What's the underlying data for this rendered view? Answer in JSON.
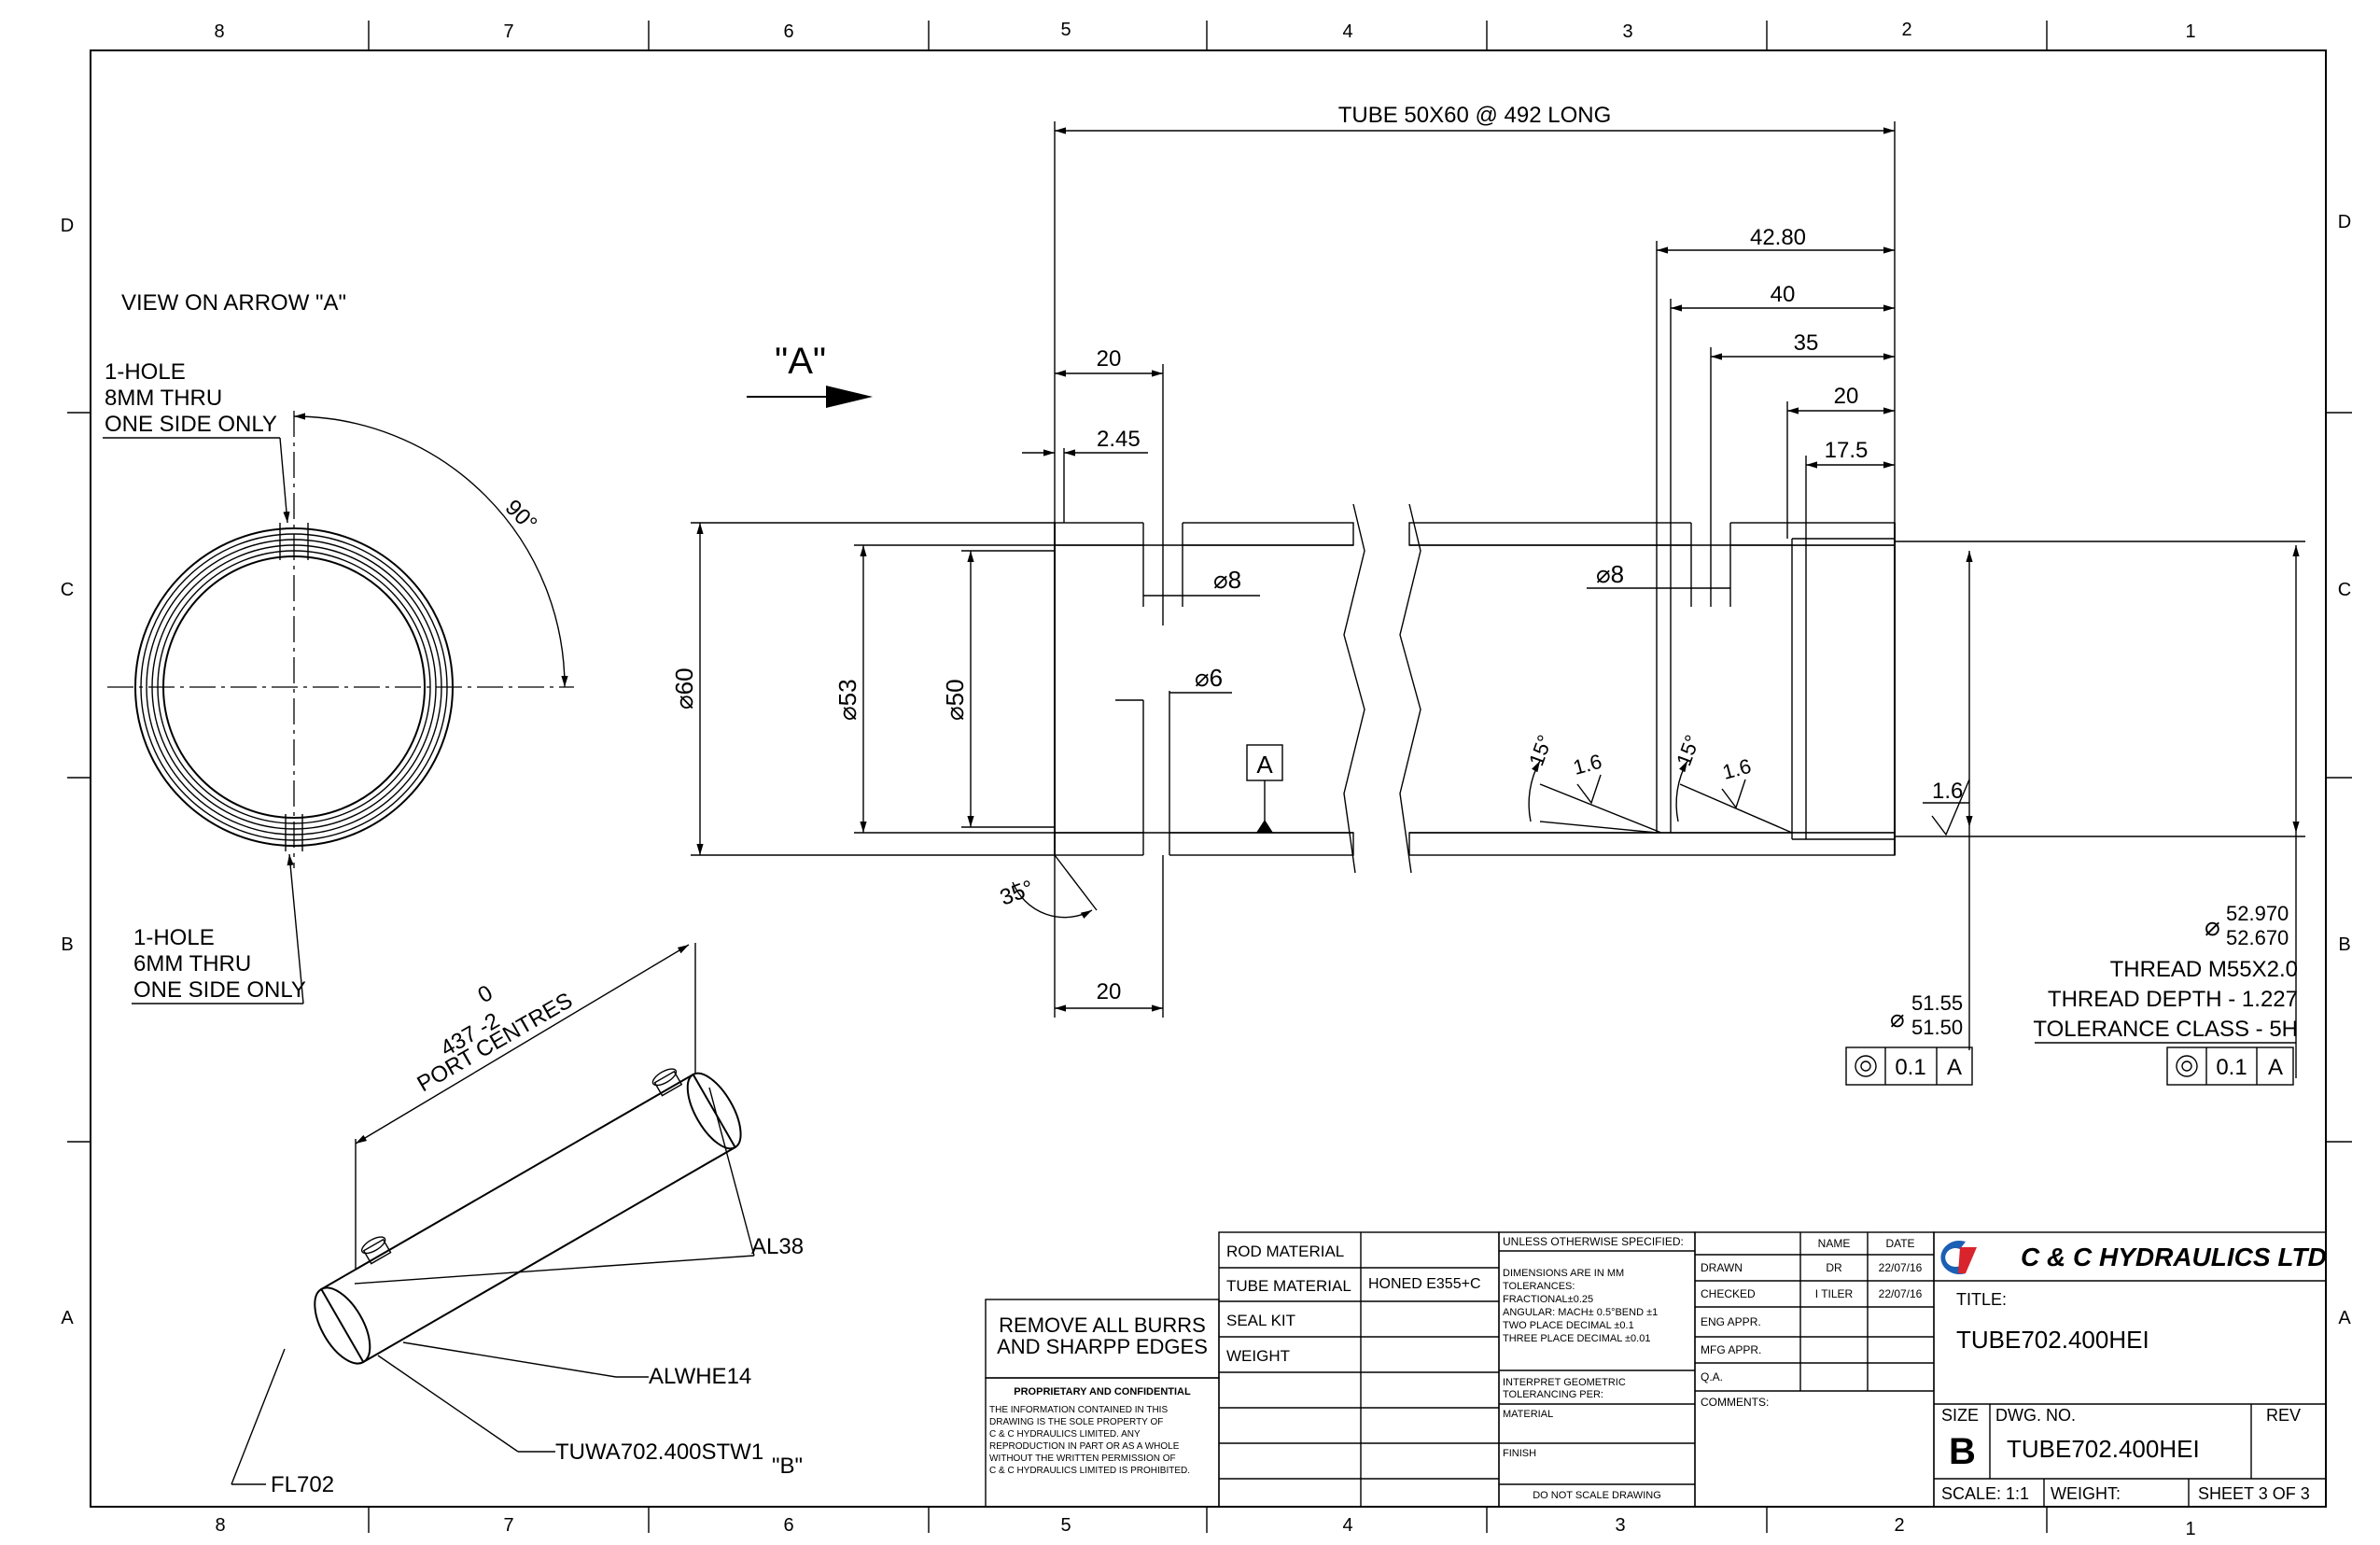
{
  "border": {
    "columns_top": [
      "8",
      "7",
      "6",
      "5",
      "4",
      "3",
      "2",
      "1"
    ],
    "columns_bottom": [
      "8",
      "7",
      "6",
      "5",
      "4",
      "3",
      "2",
      "1"
    ],
    "rows_left": [
      "D",
      "C",
      "B",
      "A"
    ],
    "rows_right": [
      "D",
      "C",
      "B",
      "A"
    ]
  },
  "end_view": {
    "title": "VIEW ON ARROW \"A\"",
    "hole8_note": [
      "1-HOLE",
      "8MM THRU",
      "ONE SIDE ONLY"
    ],
    "hole6_note": [
      "1-HOLE",
      "6MM THRU",
      "ONE SIDE ONLY"
    ],
    "angle_label": "90°"
  },
  "section": {
    "overall_label": "TUBE 50X60 @ 492 LONG",
    "arrow_label": "\"A\"",
    "dims": {
      "left_20_top": "20",
      "left_2_45": "2.45",
      "d8_left": "8",
      "d6": "6",
      "left_20_bottom": "20",
      "angle_35": "35°",
      "d60": "60",
      "d53": "53",
      "d50": "50",
      "datum": "A",
      "r42_80": "42.80",
      "r40": "40",
      "r35": "35",
      "r20": "20",
      "r17_5": "17.5",
      "d8_right": "8",
      "ang15_a": "15°",
      "rough_a": "1.6",
      "ang15_b": "15°",
      "rough_b": "1.6",
      "rough_c": "1.6"
    },
    "bore_tol": {
      "upper": "51.55",
      "lower": "51.50",
      "fcf_tol": "0.1",
      "fcf_datum": "A"
    },
    "thread": {
      "upper": "52.970",
      "lower": "52.670",
      "lines": [
        "THREAD M55X2.0",
        "THREAD DEPTH - 1.227",
        "TOLERANCE CLASS - 5H"
      ],
      "fcf_tol": "0.1",
      "fcf_datum": "A"
    }
  },
  "iso_view": {
    "dim_top": "0",
    "dim_main": "437 -2",
    "dim_sub": "PORT CENTRES",
    "callouts": [
      "AL38",
      "ALWHE14",
      "TUWA702.400STW1",
      "\"B\"",
      "FL702"
    ]
  },
  "notes": {
    "burrs": [
      "REMOVE ALL BURRS",
      "AND SHARPP EDGES"
    ],
    "proprietary_title": "PROPRIETARY AND CONFIDENTIAL",
    "proprietary_text": [
      "THE INFORMATION CONTAINED IN THIS",
      "DRAWING IS THE SOLE PROPERTY OF",
      "C & C HYDRAULICS LIMITED. ANY",
      "REPRODUCTION IN PART OR AS A WHOLE",
      "WITHOUT THE WRITTEN PERMISSION OF",
      "C & C HYDRAULICS LIMITED IS PROHIBITED."
    ]
  },
  "material_table": [
    {
      "label": "ROD MATERIAL",
      "value": ""
    },
    {
      "label": "TUBE MATERIAL",
      "value": "HONED E355+C"
    },
    {
      "label": "SEAL KIT",
      "value": ""
    },
    {
      "label": "WEIGHT",
      "value": ""
    }
  ],
  "tolerance_block": {
    "header": "UNLESS OTHERWISE SPECIFIED:",
    "lines": [
      "DIMENSIONS ARE IN MM",
      "TOLERANCES:",
      "FRACTIONAL±0.25",
      "ANGULAR: MACH± 0.5°BEND ±1",
      "TWO PLACE DECIMAL    ±0.1",
      "THREE PLACE DECIMAL  ±0.01"
    ],
    "interpret": [
      "INTERPRET GEOMETRIC",
      "TOLERANCING PER:"
    ],
    "material": "MATERIAL",
    "finish": "FINISH",
    "no_scale": "DO NOT SCALE DRAWING"
  },
  "approvals": {
    "name_header": "NAME",
    "date_header": "DATE",
    "rows": [
      {
        "role": "DRAWN",
        "name": "DR",
        "date": "22/07/16"
      },
      {
        "role": "CHECKED",
        "name": "I TILER",
        "date": "22/07/16"
      },
      {
        "role": "ENG APPR.",
        "name": "",
        "date": ""
      },
      {
        "role": "MFG APPR.",
        "name": "",
        "date": ""
      },
      {
        "role": "Q.A.",
        "name": "",
        "date": ""
      }
    ],
    "comments": "COMMENTS:"
  },
  "title_block": {
    "company": "C & C HYDRAULICS LTD",
    "title_label": "TITLE:",
    "title": "TUBE702.400HEI",
    "size_label": "SIZE",
    "size": "B",
    "dwg_label": "DWG.  NO.",
    "dwg_no": "TUBE702.400HEI",
    "rev_label": "REV",
    "scale": "SCALE: 1:1",
    "weight": "WEIGHT:",
    "sheet": "SHEET 3 OF 3",
    "colors": {
      "logo_blue": "#1a5fb4",
      "logo_red": "#d9232d"
    }
  }
}
